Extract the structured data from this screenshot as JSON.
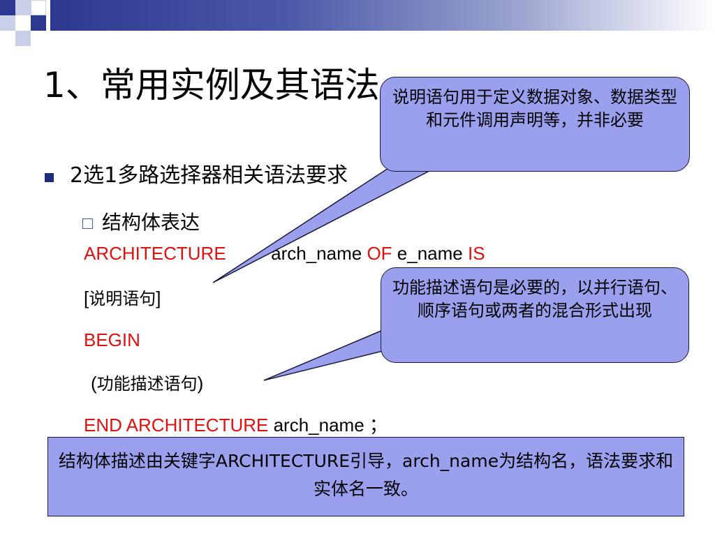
{
  "slide": {
    "title": "1、常用实例及其语法",
    "bullet1": "2选1多路选择器相关语法要求",
    "bullet2": "结构体表达"
  },
  "code": {
    "line1": {
      "kw1": "ARCHITECTURE",
      "name": "arch_name",
      "kw2": "OF",
      "entity": "e_name",
      "kw3": "IS"
    },
    "line2": {
      "open": "[",
      "text": "说明语句",
      "close": "]"
    },
    "line3": {
      "kw": "BEGIN"
    },
    "line4": {
      "open": "(",
      "text": "功能描述语句",
      "close": ")"
    },
    "line5": {
      "kw": "END ARCHITECTURE",
      "name": "arch_name",
      "end": "；"
    }
  },
  "callouts": {
    "declaration": "说明语句用于定义数据对象、数据类型和元件调用声明等，并非必要",
    "functional": "功能描述语句是必要的，以并行语句、顺序语句或两者的混合形式出现",
    "architecture": "结构体描述由关键字ARCHITECTURE引导，arch_name为结构名，语法要求和实体名一致。"
  },
  "colors": {
    "keyword": "#e01010",
    "callout_fill": "#9aa0ee",
    "accent": "#2b3a8f"
  }
}
